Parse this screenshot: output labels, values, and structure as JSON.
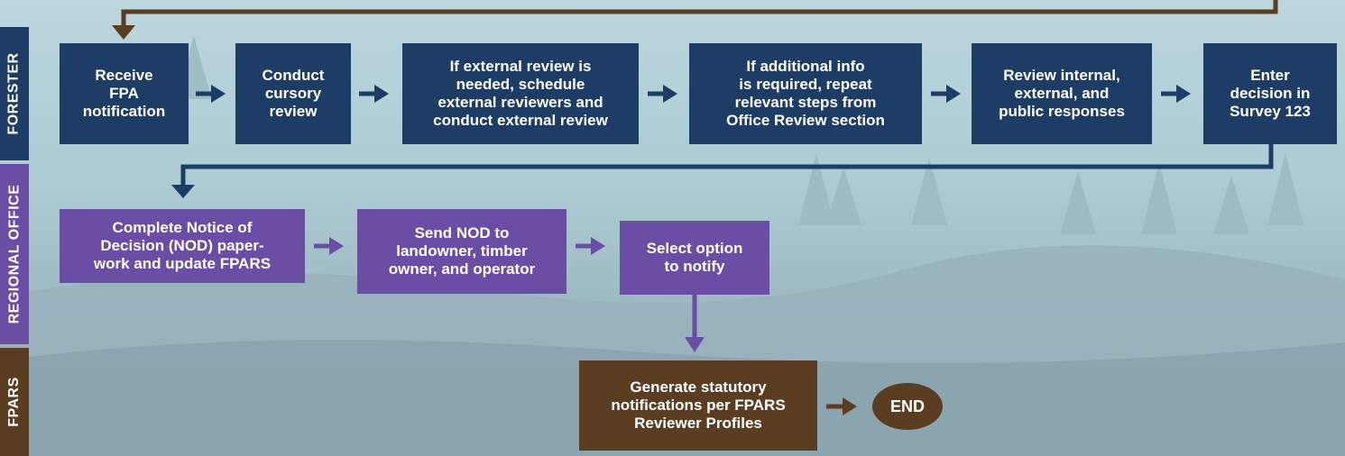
{
  "lanes": {
    "forester": "FORESTER",
    "regional_office": "REGIONAL OFFICE",
    "fpars": "FPARS"
  },
  "steps": {
    "receive": "Receive\nFPA\nnotification",
    "cursory": "Conduct\ncursory\nreview",
    "external": "If external review is\nneeded, schedule\nexternal reviewers and\nconduct external review",
    "additional": "If additional info\nis required, repeat\nrelevant steps from\nOffice Review section",
    "review_responses": "Review internal,\nexternal, and\npublic responses",
    "enter_decision": "Enter\ndecision in\nSurvey 123",
    "complete_nod": "Complete Notice of\nDecision (NOD) paper-\nwork and update FPARS",
    "send_nod": "Send NOD to\nlandowner, timber\nowner, and operator",
    "select_option": "Select option\nto notify",
    "generate": "Generate statutory\nnotifications per FPARS\nReviewer Profiles",
    "end": "END"
  },
  "colors": {
    "forester": "#1d3d66",
    "regional_office": "#6a4ea6",
    "fpars": "#5b3d22",
    "background": "#aecbd3"
  }
}
